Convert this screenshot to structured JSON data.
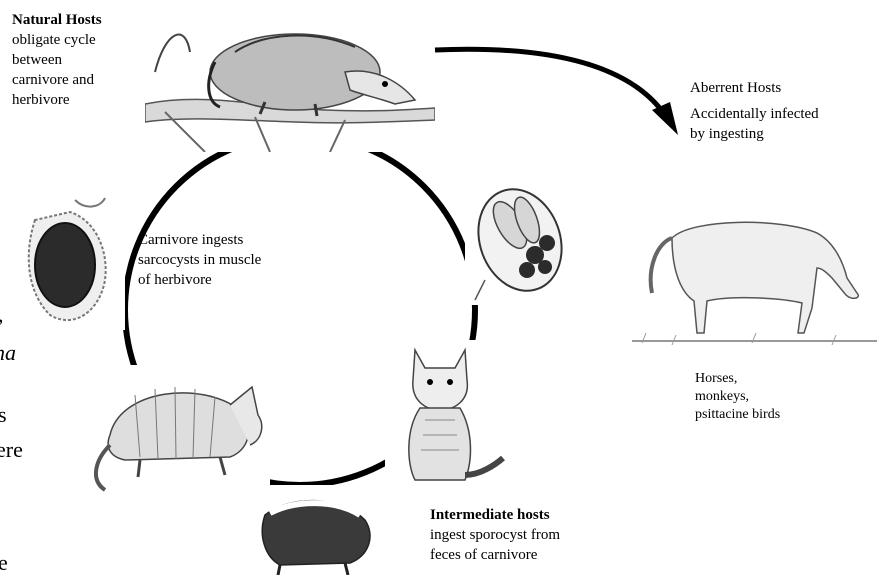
{
  "natural_hosts": {
    "title": "Natural Hosts",
    "lines": "obligate cycle\nbetween\ncarnivore and\nherbivore"
  },
  "aberrent_hosts": {
    "title": "Aberrent Hosts",
    "lines": "Accidentally infected\nby ingesting"
  },
  "carnivore_note": "Carnivore ingests\nsarcocysts in muscle\nof herbivore",
  "aberrent_examples": "Horses,\nmonkeys,\npsittacine  birds",
  "intermediate_hosts": {
    "title": "Intermediate hosts",
    "lines": "ingest sporocyst from\nfeces of carnivore"
  },
  "left_cut_text": {
    "line1": ",",
    "line2": "na",
    "line3": "s",
    "line4": "ere",
    "line5": "e"
  },
  "illustrations": [
    "opossum",
    "sporocyst",
    "horse",
    "cat",
    "skunk",
    "armadillo",
    "sarcocyst"
  ],
  "colors": {
    "ink": "#000000",
    "background": "#ffffff",
    "sketch_gray": "#7a7a7a",
    "sporocyst_dark": "#2b2b2b"
  }
}
